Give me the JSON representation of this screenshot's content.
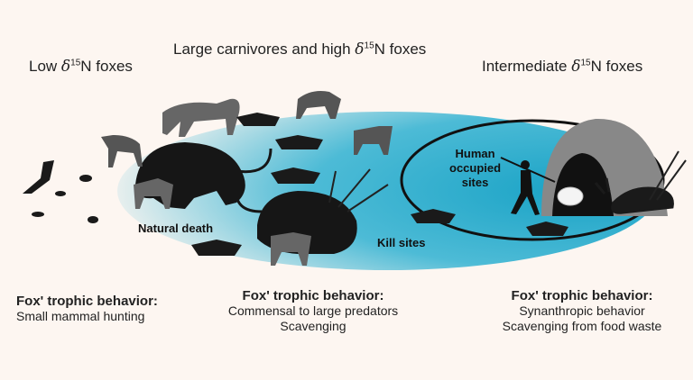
{
  "headers": {
    "low": {
      "prefix": "Low ",
      "delta": "δ",
      "sup": "15",
      "suffix": "N foxes"
    },
    "high": {
      "prefix": "Large carnivores and high ",
      "delta": "δ",
      "sup": "15",
      "suffix": "N foxes"
    },
    "intermediate": {
      "prefix": "Intermediate ",
      "delta": "δ",
      "sup": "15",
      "suffix": "N foxes"
    }
  },
  "inner_labels": {
    "natural_death": "Natural death",
    "kill_sites": "Kill sites",
    "human_sites": [
      "Human",
      "occupied",
      "sites"
    ]
  },
  "behaviors": [
    {
      "title": "Fox' trophic behavior:",
      "lines": [
        "Small mammal hunting"
      ]
    },
    {
      "title": "Fox' trophic behavior:",
      "lines": [
        "Commensal to large predators",
        "Scavenging"
      ]
    },
    {
      "title": "Fox' trophic behavior:",
      "lines": [
        "Synanthropic behavior",
        "Scavenging from food waste"
      ]
    }
  ],
  "colors": {
    "background": "#fdf6f1",
    "gradient_end": "#1aa3c6",
    "silhouette": "#1a1a1a",
    "grey_animal": "#666666"
  }
}
